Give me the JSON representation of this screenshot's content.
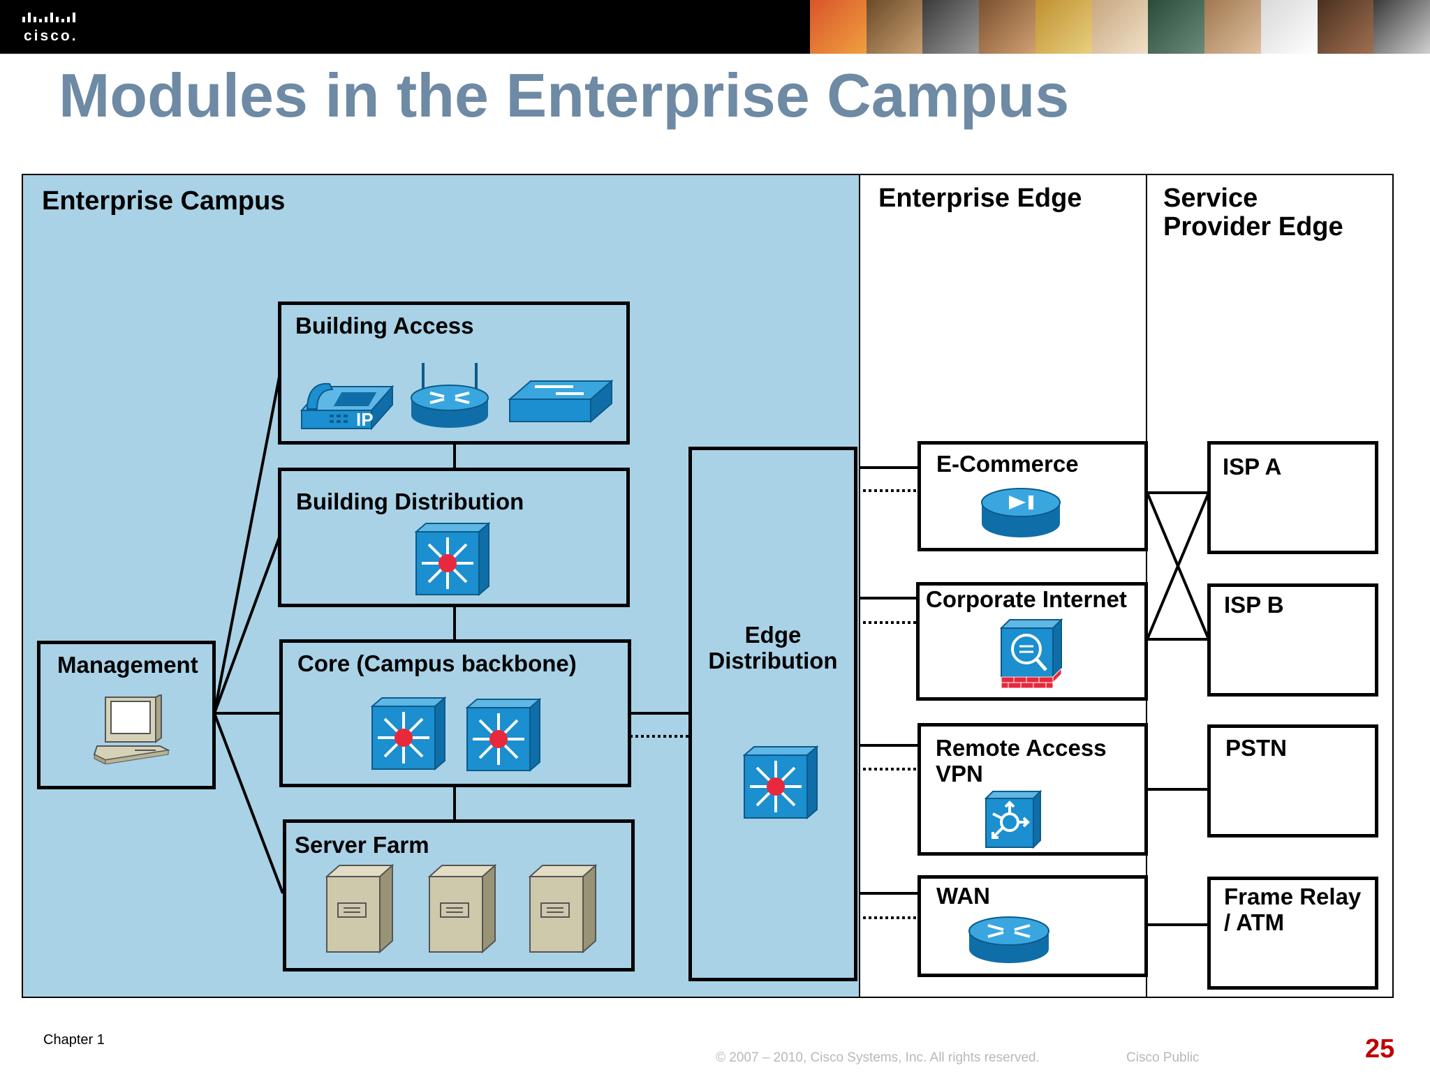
{
  "header": {
    "logo_text": "cisco.",
    "slide_title": "Modules in the Enterprise Campus"
  },
  "regions": {
    "campus": "Enterprise Campus",
    "edge": "Enterprise Edge",
    "sp_edge_line1": "Service",
    "sp_edge_line2": "Provider Edge"
  },
  "modules": {
    "building_access": "Building Access",
    "building_distribution": "Building Distribution",
    "core": "Core (Campus backbone)",
    "server_farm": "Server Farm",
    "management": "Management",
    "edge_distribution_line1": "Edge",
    "edge_distribution_line2": "Distribution",
    "ecommerce": "E-Commerce",
    "corporate_internet": "Corporate Internet",
    "remote_access_line1": "Remote Access",
    "remote_access_line2": "VPN",
    "wan": "WAN",
    "isp_a": "ISP A",
    "isp_b": "ISP B",
    "pstn": "PSTN",
    "frame_relay_line1": "Frame Relay",
    "frame_relay_line2": "/  ATM"
  },
  "icons": {
    "ip_phone_label": "IP"
  },
  "footer": {
    "chapter": "Chapter 1",
    "copyright": "© 2007 – 2010, Cisco Systems, Inc. All rights reserved.",
    "classification": "Cisco Public",
    "page_number": "25"
  },
  "colors": {
    "campus_bg": "#a9d2e6",
    "title": "#6e8aa4",
    "device_blue": "#1b8fcf",
    "page_number": "#c00000"
  }
}
